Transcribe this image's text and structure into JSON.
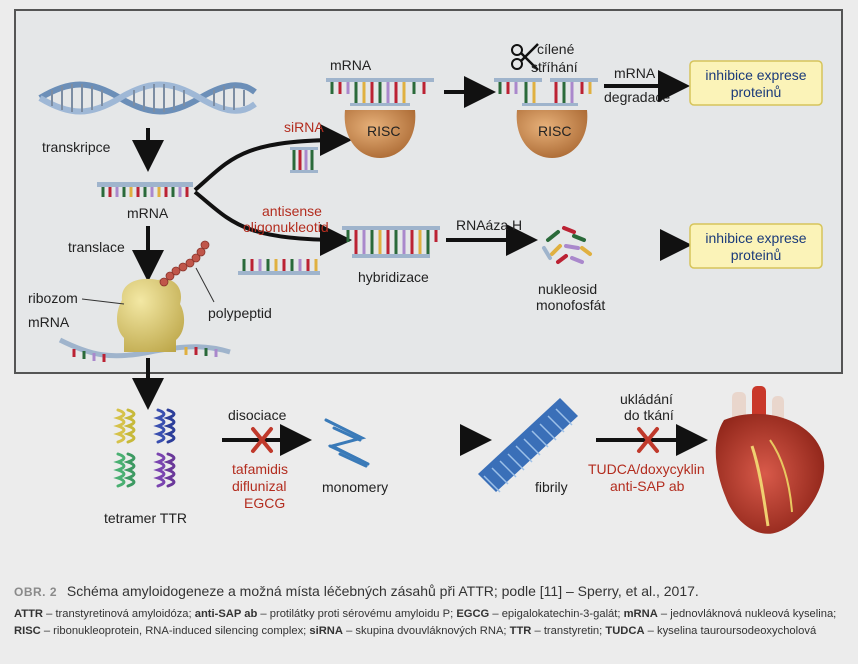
{
  "diagram": {
    "transkripce": "transkripce",
    "mrna_top": "mRNA",
    "translace": "translace",
    "ribozom": "ribozom",
    "mrna_ribo": "mRNA",
    "polypeptid": "polypeptid",
    "sirna": "siRNA",
    "antisense_1": "antisense",
    "antisense_2": "oligonukleotid",
    "mrna_risc": "mRNA",
    "risc_1": "RISC",
    "risc_2": "RISC",
    "cilene_1": "cílené",
    "cilene_2": "stříhání",
    "degr_1": "mRNA",
    "degr_2": "degradace",
    "inhibice_1_a": "inhibice exprese",
    "inhibice_1_b": "proteinů",
    "hybridizace": "hybridizace",
    "rnaza": "RNAáza H",
    "nukleosid_1": "nukleosid",
    "nukleosid_2": "monofosfát",
    "inhibice_2_a": "inhibice exprese",
    "inhibice_2_b": "proteinů",
    "tetramer": "tetramer TTR",
    "disociace": "disociace",
    "drug_1": "tafamidis",
    "drug_2": "diflunizal",
    "drug_3": "EGCG",
    "monomery": "monomery",
    "fibrily": "fibrily",
    "ukladani_1": "ukládání",
    "ukladani_2": "do tkání",
    "tudca_1": "TUDCA/doxycyklin",
    "tudca_2": "anti-SAP ab"
  },
  "caption": {
    "label": "OBR. 2",
    "title": "Schéma amyloidogeneze a možná místa léčebných zásahů při ATTR; podle [11] – Sperry, et al., 2017."
  },
  "abbreviations": [
    {
      "term": "ATTR",
      "def": " – transtyretinová amyloidóza; "
    },
    {
      "term": "anti-SAP ab",
      "def": " – protilátky proti sérovému amyloidu P; "
    },
    {
      "term": "EGCG",
      "def": " – epigalokatechin-3-galát; "
    },
    {
      "term": "mRNA",
      "def": " – jednovláknová nukleová kyselina; "
    },
    {
      "term": "RISC",
      "def": " – ribonukleoprotein, RNA-induced silencing complex; "
    },
    {
      "term": "siRNA",
      "def": " – skupina dvouvláknových RNA; "
    },
    {
      "term": "TTR",
      "def": " – transtyretin; "
    },
    {
      "term": "TUDCA",
      "def": " – kyselina tauroursodeoxycholová"
    }
  ],
  "colors": {
    "inhibit_box_fill": "#fbf3b8",
    "inhibit_box_stroke": "#d6c45a",
    "drug_text": "#b32d1f",
    "block_x": "#c0392b",
    "risc": "#c47a3c",
    "ribosome": "#d8c56a",
    "rna_strand": "#9fb4cc"
  }
}
